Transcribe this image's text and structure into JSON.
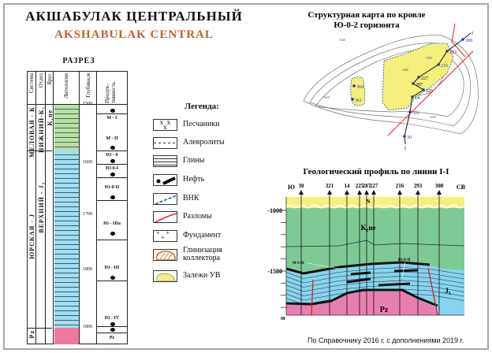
{
  "title_ru": "АКШАБУЛАК ЦЕНТРАЛЬНЫЙ",
  "title_en": "AKSHABULAK CENTRAL",
  "section": {
    "title": "РАЗРЕЗ",
    "headers": [
      "Система",
      "Отдел",
      "Ярус",
      "Литология",
      "Глубина,м",
      "Продук-тивность"
    ],
    "system": [
      "МЕЛОВАЯ - К",
      "ЮРСКАЯ - J",
      "Pz"
    ],
    "series": [
      "НИЖНИЙ-К₁",
      "ВЕРХНИЙ - J₃"
    ],
    "stage": "K₁ne",
    "depths": [
      "1500",
      "1600",
      "1700",
      "1800",
      "1896"
    ],
    "productive": [
      "М - I",
      "М - II",
      "Ю - 0",
      "Ю-0-I",
      "Ю-0-II",
      "Ю - IIIа",
      "Ю - III",
      "Ю - IV",
      "Pz"
    ]
  },
  "legend": {
    "title": "Легенда:",
    "items": [
      "Песчаники",
      "Алевролиты",
      "Глины",
      "Нефть",
      "ВНК",
      "Разломы",
      "Фундамент",
      "Глинизация коллектора",
      "Залежи УВ"
    ]
  },
  "map": {
    "title1": "Структурная карта по кровле",
    "title2": "Ю-0-2 горизонта",
    "wells": [
      "308",
      "293",
      "216",
      "227",
      "287",
      "225",
      "14",
      "321",
      "30",
      "360",
      "361"
    ],
    "line_label": "I",
    "contours": [
      "1560",
      "1580",
      "1600",
      "1620",
      "1640"
    ],
    "colors": {
      "deposit": "#f3ef7a",
      "fault": "#e02020",
      "well": "#2a3a9a"
    }
  },
  "profile": {
    "title": "Геологический профиль по линии I-I",
    "left_label": "Ю",
    "right_label": "СВ",
    "wells": [
      "30",
      "321",
      "14",
      "225",
      "287",
      "227",
      "216",
      "293",
      "308"
    ],
    "depth_labels": [
      "-1000",
      "-1500"
    ],
    "bottom_label": "м",
    "units": [
      "N",
      "K₁ne",
      "J₃",
      "Pz"
    ],
    "horizons": [
      "М I+II",
      "Ю-0-II"
    ]
  },
  "credit": "По Справочнику 2016 г. с дополнениями 2019 г."
}
